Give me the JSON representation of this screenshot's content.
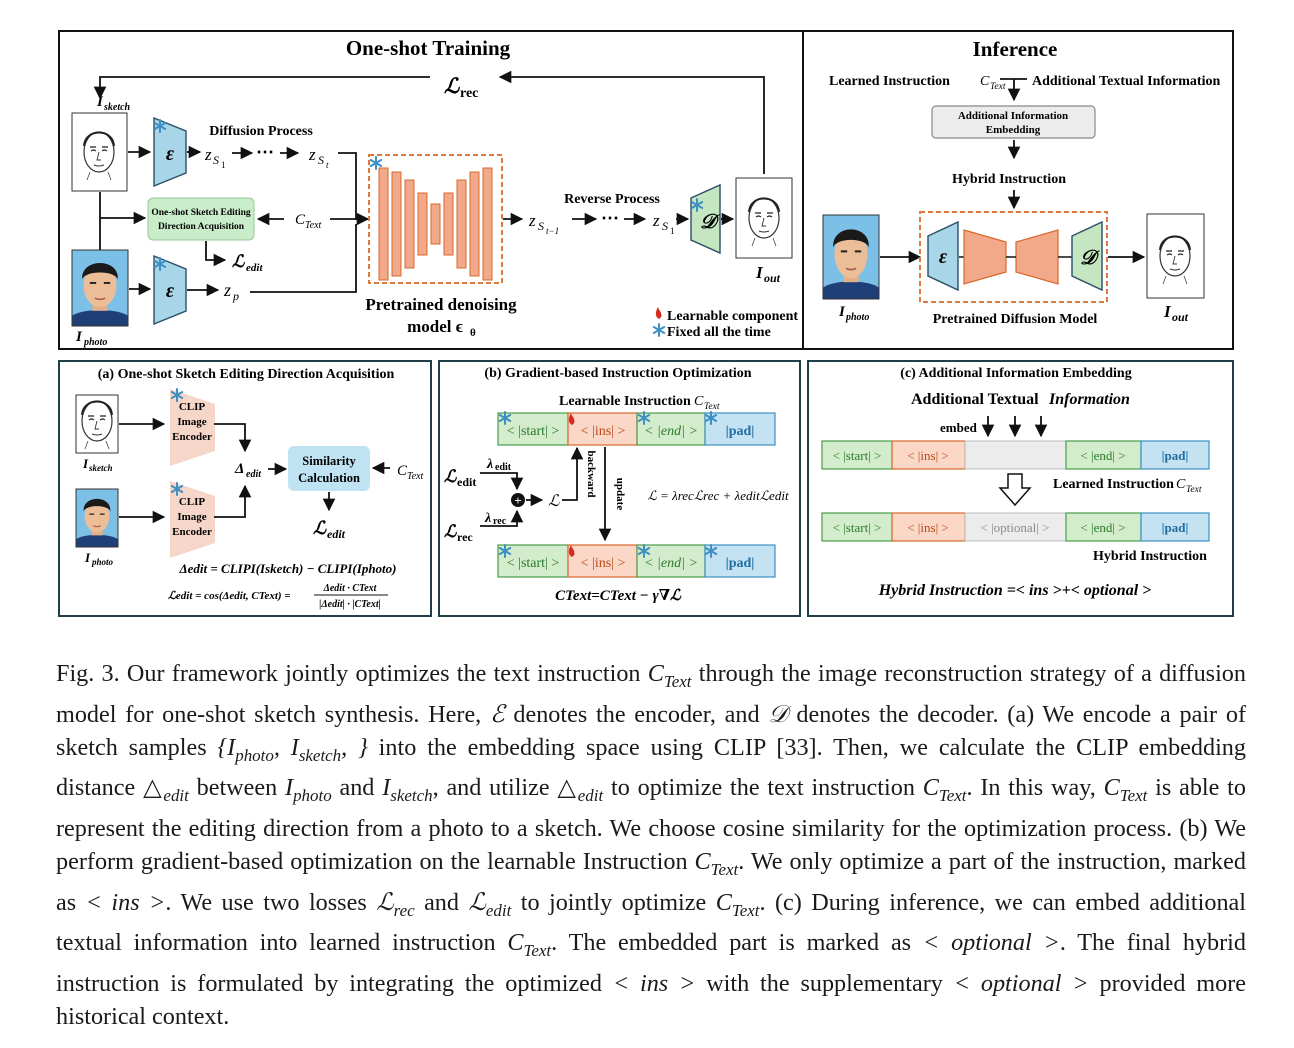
{
  "training": {
    "title": "One-shot Training",
    "loss_rec": "ℒ",
    "loss_rec_sub": "rec",
    "i_sketch": "I",
    "i_sketch_sub": "sketch",
    "encoder_symbol": "ε",
    "diffusion_label": "Diffusion Process",
    "zs1": "z",
    "zs1_sub": "S",
    "zs1_subsub": "1",
    "dots": "⋯",
    "zst": "z",
    "zst_sub": "S",
    "zst_subsub": "t",
    "direction_box": [
      "One-shot Sketch Editing",
      "Direction Acquisition"
    ],
    "c_text": "C",
    "c_text_sub": "Text",
    "loss_edit": "ℒ",
    "loss_edit_sub": "edit",
    "zp": "z",
    "zp_sub": "p",
    "i_photo": "I",
    "i_photo_sub": "photo",
    "unet_caption_1": "Pretrained denoising",
    "unet_caption_2": "model ϵ",
    "unet_caption_sub": "θ",
    "reverse_label": "Reverse Process",
    "zst1": "z",
    "zst1_sub": "S",
    "zst1_subsub": "t−1",
    "decoder_symbol": "𝒟",
    "i_out": "I",
    "i_out_sub": "out",
    "legend_learnable": "Learnable component",
    "legend_fixed": "Fixed all the time"
  },
  "inference": {
    "title": "Inference",
    "learned_instruction": "Learned Instruction ",
    "c_text": "C",
    "c_text_sub": "Text",
    "additional_info": "Additional Textual Information",
    "embed_box": [
      "Additional Information",
      "Embedding"
    ],
    "hybrid": "Hybrid Instruction",
    "i_photo": "I",
    "i_photo_sub": "photo",
    "model_caption": "Pretrained Diffusion Model",
    "i_out": "I",
    "i_out_sub": "out"
  },
  "panel_a": {
    "title": "(a)  One-shot Sketch Editing Direction Acquisition",
    "clip_lines": [
      "CLIP",
      "Image",
      "Encoder"
    ],
    "i_sketch": "I",
    "i_sketch_sub": "sketch",
    "i_photo": "I",
    "i_photo_sub": "photo",
    "delta": "Δ",
    "delta_sub": "edit",
    "similarity": [
      "Similarity",
      "Calculation"
    ],
    "c_text": "C",
    "c_text_sub": "Text",
    "loss_edit": "ℒ",
    "loss_edit_sub": "edit",
    "eq1": "Δedit = CLIPI(Isketch) − CLIPI(Iphoto)",
    "eq2_lhs": "ℒedit = cos(Δedit, CText) =",
    "eq2_num": "Δedit · CText",
    "eq2_den": "|Δedit| · |CText|"
  },
  "panel_b": {
    "title": "(b)  Gradient-based Instruction Optimization",
    "learnable": "Learnable Instruction ",
    "c_text": "C",
    "c_text_sub": "Text",
    "tokens": [
      "< |start| >",
      "< |ins| >",
      "< |end| >",
      "|pad|"
    ],
    "loss_edit": "ℒ",
    "loss_edit_sub": "edit",
    "loss_rec": "ℒ",
    "loss_rec_sub": "rec",
    "lambda_edit": "λ",
    "lambda_edit_sub": "edit",
    "lambda_rec": "λ",
    "lambda_rec_sub": "rec",
    "plus": "+",
    "loss": "ℒ",
    "backward": "backward",
    "update": "update",
    "equation": "ℒ = λrecℒrec + λeditℒedit",
    "update_rule": "CText=CText − γ∇ℒ"
  },
  "panel_c": {
    "title": "(c)  Additional Information Embedding",
    "additional_1": "Additional Textual ",
    "additional_2": "Information",
    "embed": "embed",
    "tokens_top": [
      "< |start| >",
      "< |ins| >",
      "< |end| >",
      "|pad|"
    ],
    "learned": "Learned Instruction ",
    "c_text": "C",
    "c_text_sub": "Text",
    "tokens_bottom": [
      "< |start| >",
      "< |ins| >",
      "< |optional| >",
      "< |end| >",
      "|pad|"
    ],
    "hybrid": "Hybrid Instruction",
    "formula": "Hybrid Instruction =< ins >+< optional >"
  },
  "colors": {
    "encoder_blue": "#a8d5e8",
    "decoder_green": "#c4e6c0",
    "unet_orange": "#f2a98a",
    "unet_border": "#e07a3c",
    "token_green": "#d3eccb",
    "token_orange": "#fbd7c7",
    "token_blue": "#c4e2f2",
    "token_gray": "#ececec",
    "clip_pink": "#f6d6c9",
    "similarity_blue": "#bfe3f3",
    "direction_green": "#c9ecc9",
    "panel_border": "#1e3e48"
  },
  "caption": [
    "Fig. 3.  Our framework jointly optimizes the text instruction ",
    "C",
    "Text",
    " through the image reconstruction strategy of a diffusion model for one-shot sketch synthesis. Here, ",
    "ℰ",
    " denotes the encoder, and ",
    "𝒟",
    " denotes the decoder. (a) We encode a pair of sketch samples ",
    "{I",
    "photo",
    ", I",
    "sketch",
    ", }",
    " into the embedding space using CLIP [33]. Then, we calculate the CLIP embedding distance ",
    "△",
    "edit",
    " between ",
    "I",
    "photo",
    " and ",
    "I",
    "sketch",
    ", and utilize ",
    "△",
    "edit",
    " to optimize the text instruction ",
    "C",
    "Text",
    ". In this way, ",
    "C",
    "Text",
    " is able to represent the editing direction from a photo to a sketch. We choose cosine similarity for the optimization process. (b) We perform gradient-based optimization on the learnable Instruction ",
    "C",
    "Text",
    ". We only optimize a part of the instruction, marked as ",
    "< ins >",
    ". We use two losses ",
    "ℒ",
    "rec",
    " and ",
    "ℒ",
    "edit",
    " to jointly optimize ",
    "C",
    "Text",
    ". (c) During inference, we can embed additional textual information into learned instruction ",
    "C",
    "Text",
    ". The embedded part is marked as ",
    "< optional >",
    ". The final hybrid instruction is formulated by integrating the optimized ",
    "< ins >",
    " with the supplementary ",
    "< optional >",
    " provided more historical context."
  ]
}
